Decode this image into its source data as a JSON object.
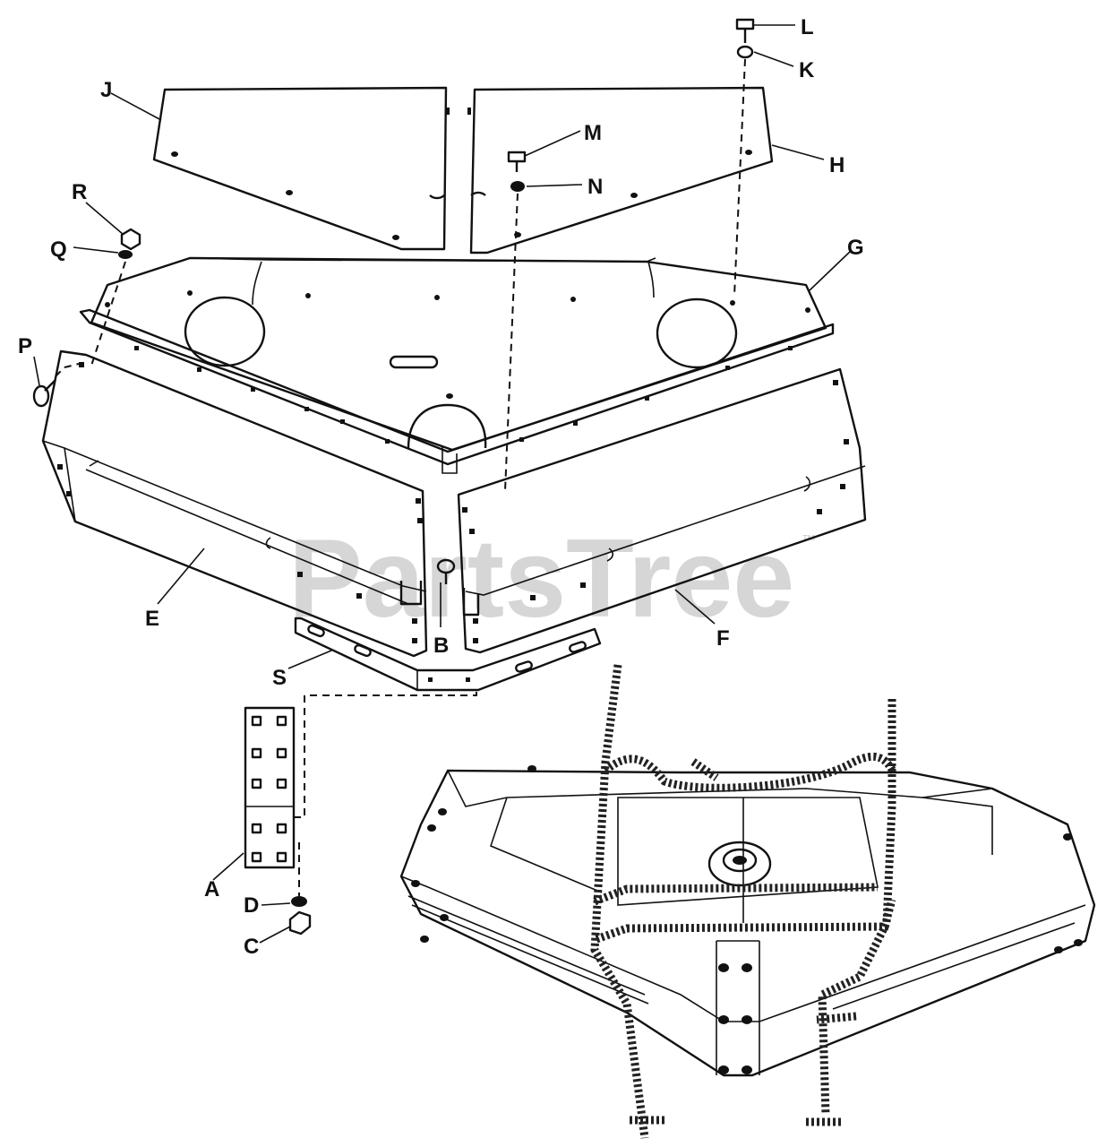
{
  "watermark": {
    "text": "PartsTree",
    "trademark": "™"
  },
  "callouts": {
    "A": "A",
    "B": "B",
    "C": "C",
    "D": "D",
    "E": "E",
    "F": "F",
    "G": "G",
    "H": "H",
    "J": "J",
    "K": "K",
    "L": "L",
    "M": "M",
    "N": "N",
    "P": "P",
    "Q": "Q",
    "R": "R",
    "S": "S"
  },
  "colors": {
    "ink": "#111111",
    "watermark": "#c9c9c9",
    "background": "#ffffff"
  }
}
